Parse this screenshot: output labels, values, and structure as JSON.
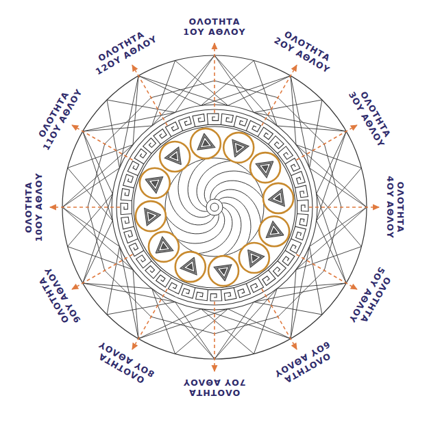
{
  "diagram": {
    "labels": [
      "ΟΛΟΤΗΤΑ",
      "1ΟΥ ΑΘΛΟΥ",
      "ΟΛΟΤΗΤΑ",
      "2ΟΥ ΑΘΛΟΥ",
      "ΟΛΟΤΗΤΑ",
      "3ΟΥ ΑΘΛΟΥ",
      "ΟΛΟΤΗΤΑ",
      "4ΟΥ ΑΘΛΟΥ",
      "ΟΛΟΤΗΤΑ",
      "5ΟΥ ΑΘΛΟΥ",
      "ΟΛΟΤΗΤΑ",
      "6ΟΥ ΑΘΛΟΥ",
      "ΟΛΟΤΗΤΑ",
      "7ΟΥ ΑΘΛΟΥ",
      "ΟΛΟΤΗΤΑ",
      "8ΟΥ ΑΘΛΟΥ",
      "ΟΛΟΤΗΤΑ",
      "9ΟΥ ΑΘΛΟΥ",
      "ΟΛΟΤΗΤΑ",
      "10ΟΥ ΑΘΛΟΥ",
      "ΟΛΟΤΗΤΑ",
      "11ΟΥ ΑΘΛΟΥ",
      "ΟΛΟΤΗΤΑ",
      "12ΟΥ ΑΘΛΟΥ"
    ]
  }
}
